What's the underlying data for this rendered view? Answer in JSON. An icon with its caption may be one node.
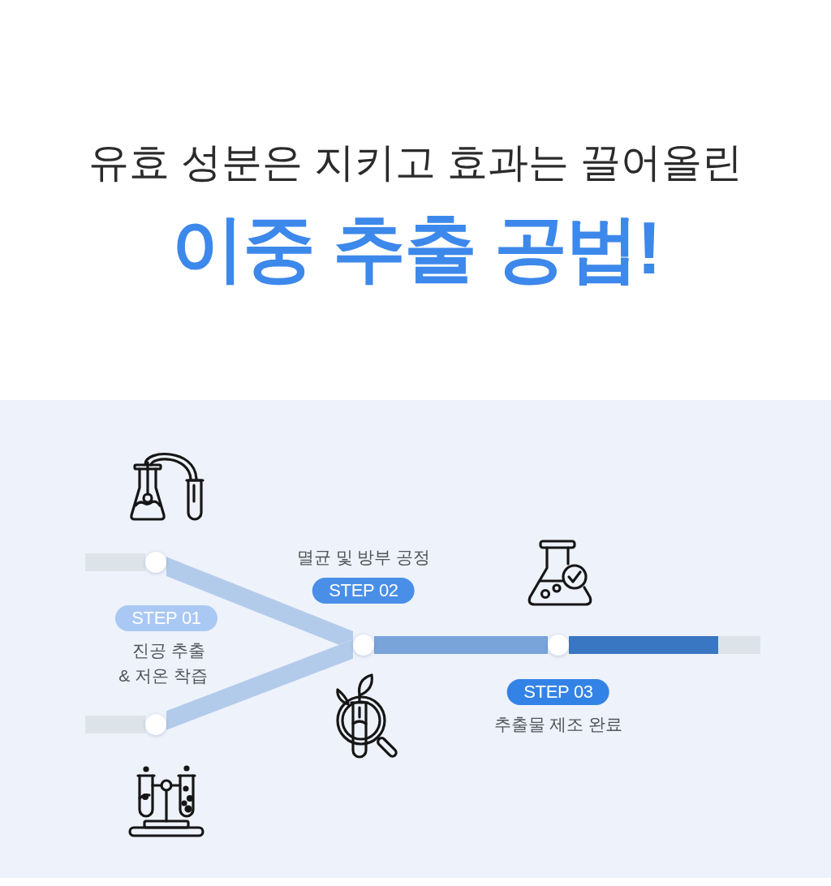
{
  "diagram": {
    "title": "이중 추출 공법!",
    "nodes": [
      {
        "text": [],
        "shape": "circle"
      },
      {
        "text": [],
        "shape": "circle"
      },
      {
        "text": [],
        "shape": "circle"
      },
      {
        "text": [],
        "shape": "circle"
      },
      {
        "text": [
          "STEP 01"
        ],
        "beside": [
          "진공 추출 & 저온 착즙"
        ]
      },
      {
        "text": [
          "STEP 02"
        ],
        "beside": [
          "멸균 및 방부 공정"
        ]
      },
      {
        "text": [
          "STEP 03"
        ],
        "beside": [
          "추출물 제조 완료"
        ]
      }
    ],
    "edges": [
      {
        "from": null,
        "to": 0,
        "arrow": "none",
        "color": "#dde4e9"
      },
      {
        "from": null,
        "to": 1,
        "arrow": "none",
        "color": "#dde4e9"
      },
      {
        "from": 0,
        "to": 2,
        "arrow": "none",
        "color": "#b3cbeb"
      },
      {
        "from": 1,
        "to": 2,
        "arrow": "none",
        "color": "#b3cbeb"
      },
      {
        "from": 2,
        "to": 3,
        "arrow": "none",
        "color": "#78a4da"
      },
      {
        "from": 3,
        "to": null,
        "arrow": "none",
        "color": "#3a77c2"
      }
    ],
    "labels": [
      "유효 성분은 지키고 효과는 끌어올린"
    ]
  }
}
